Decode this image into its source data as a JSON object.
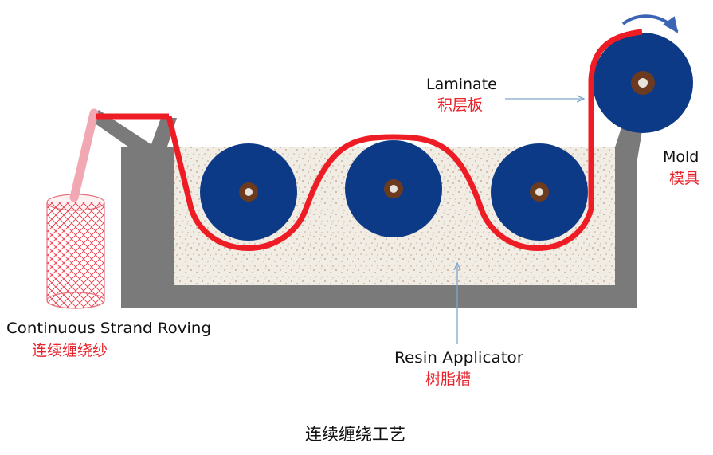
{
  "labels": {
    "laminate_en": "Laminate",
    "laminate_cn": "积层板",
    "mold_en": "Mold",
    "mold_cn": "模具",
    "roving_en": "Continuous Strand Roving",
    "roving_cn": "连续缠绕纱",
    "resin_en": "Resin Applicator",
    "resin_cn": "树脂槽"
  },
  "caption": "连续缠绕工艺",
  "colors": {
    "fiber": "#ee1c24",
    "roller": "#0d3a86",
    "roller_hub": "#6b3a1f",
    "frame": "#7a7a7a",
    "resin_fill": "#f1ece4",
    "label_cn": "#e8232b",
    "pointer": "#7fa7cc",
    "rotation_arrow": "#3c64b4"
  },
  "icons": {
    "rotation": "curved-arrow-icon",
    "spool": "crosshatch-spool-icon"
  }
}
